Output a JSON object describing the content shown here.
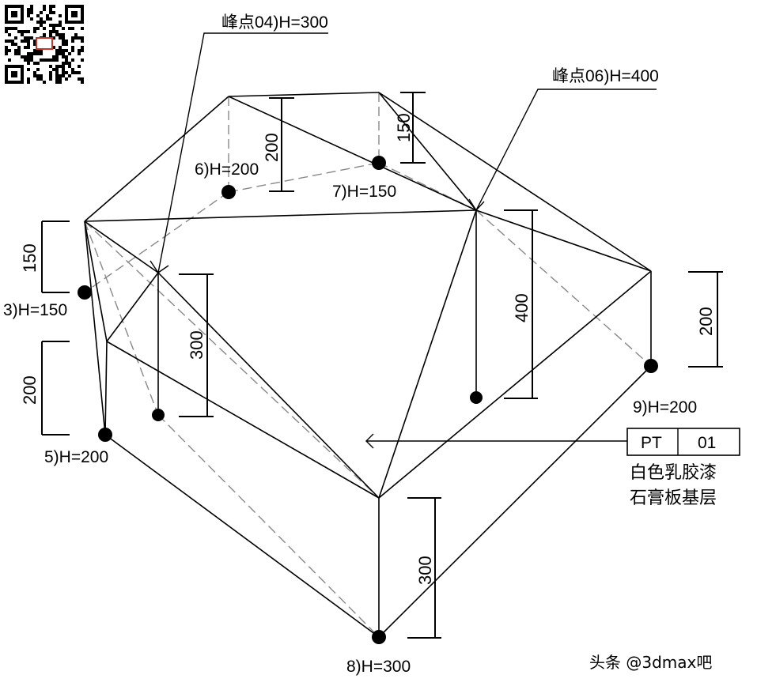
{
  "peaks": {
    "p04": "峰点04)H=300",
    "p06": "峰点06)H=400"
  },
  "points": {
    "p3": "3)H=150",
    "p5": "5)H=200",
    "p6": "6)H=200",
    "p7": "7)H=150",
    "p8": "8)H=300",
    "p9": "9)H=200"
  },
  "dimensions": {
    "d200_top": "200",
    "d150_top": "150",
    "d150_left": "150",
    "d200_left": "200",
    "d300_mid": "300",
    "d400": "400",
    "d200_right": "200",
    "d300_bottom": "300"
  },
  "material_tag": {
    "code": "PT",
    "number": "01",
    "line1": "白色乳胶漆",
    "line2": "石膏板基层"
  },
  "watermark": "头条 @3dmax吧"
}
